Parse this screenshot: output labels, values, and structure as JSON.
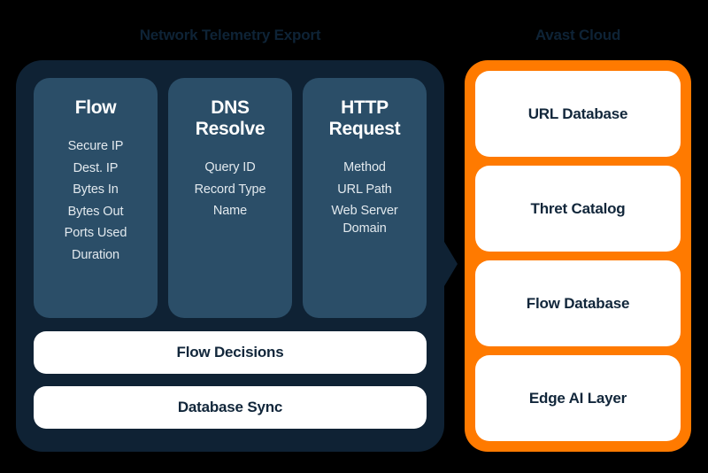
{
  "diagram": {
    "background_color": "#000000",
    "left_section": {
      "title": "Network Telemetry Export",
      "panel_color": "#0f2234",
      "card_color": "#2b4e68",
      "field_cards": [
        {
          "title": "Flow",
          "items": [
            "Secure IP",
            "Dest. IP",
            "Bytes In",
            "Bytes Out",
            "Ports Used",
            "Duration"
          ]
        },
        {
          "title": "DNS Resolve",
          "items": [
            "Query ID",
            "Record Type",
            "Name"
          ]
        },
        {
          "title": "HTTP Request",
          "items": [
            "Method",
            "URL Path",
            "Web Server Domain"
          ]
        }
      ],
      "action_bars": [
        {
          "label": "Flow Decisions"
        },
        {
          "label": "Database Sync"
        }
      ]
    },
    "connector": {
      "icon": "arrow-right-icon",
      "color": "#0f2234"
    },
    "right_section": {
      "title": "Avast Cloud",
      "panel_color": "#ff7a00",
      "card_color": "#ffffff",
      "cards": [
        {
          "label": "URL Database"
        },
        {
          "label": "Thret Catalog"
        },
        {
          "label": "Flow Database"
        },
        {
          "label": "Edge AI Layer"
        }
      ]
    }
  }
}
